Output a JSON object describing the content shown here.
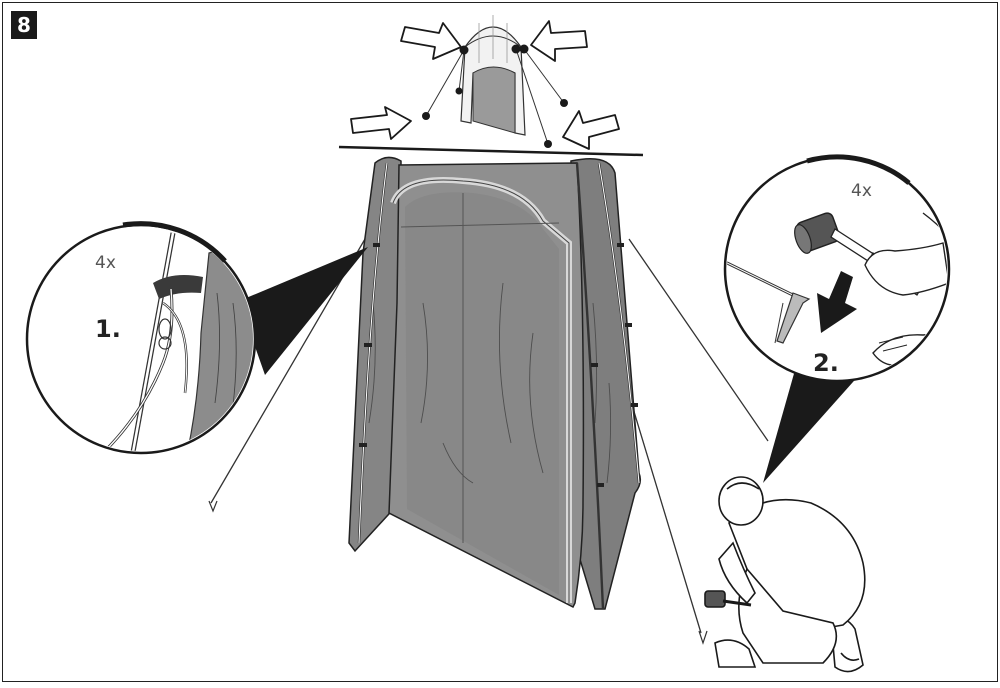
{
  "step_number": "8",
  "left_callout": {
    "count": "4x",
    "step": "1."
  },
  "right_callout": {
    "count": "4x",
    "step": "2."
  },
  "colors": {
    "tent_fabric": "#8c8c8c",
    "tent_fabric_dark": "#6e6e6e",
    "ink": "#1a1a1a",
    "callout_fill": "#ffffff"
  },
  "icons": {
    "arrow": "outline-arrow-icon",
    "mallet": "mallet-icon",
    "down_arrow": "down-arrow-icon"
  }
}
